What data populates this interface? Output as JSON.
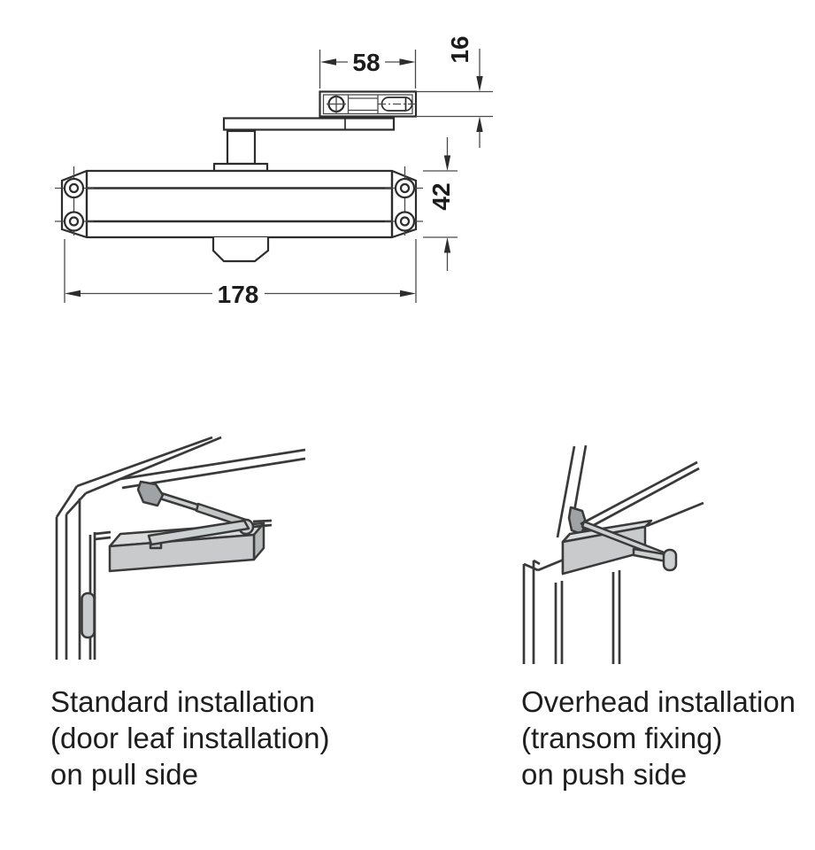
{
  "drawing": {
    "dim_58": "58",
    "dim_16": "16",
    "dim_42": "42",
    "dim_178": "178"
  },
  "installations": {
    "standard": {
      "line1": "Standard installation",
      "line2": "(door leaf installation)",
      "line3": "on pull side"
    },
    "overhead": {
      "line1": "Overhead installation",
      "line2": "(transom fixing)",
      "line3": "on push side"
    }
  },
  "colors": {
    "line": "#2d2d2d",
    "box_top": "#d9dbdc",
    "box_front": "#c8cacc",
    "box_side": "#b7babb",
    "arm_fill": "#cdd0d1",
    "sleeve_fill": "#c2c5c6",
    "shoe_fill": "#9fa3a5",
    "pill_fill": "#c9cbcc",
    "spindle_fill": "#c0c3c4"
  }
}
